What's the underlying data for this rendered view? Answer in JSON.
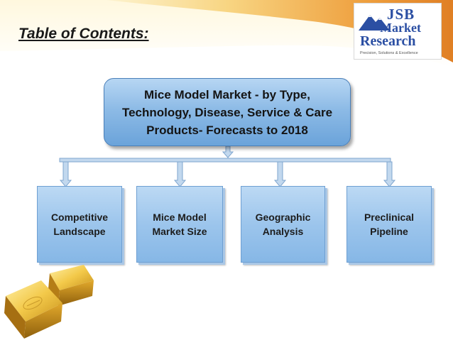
{
  "slide": {
    "title": "Table of Contents:"
  },
  "logo": {
    "line1": "JSB",
    "line2": "Market",
    "line3": "Research",
    "tagline": "Precision, Solutions & Excellence"
  },
  "diagram": {
    "root": "Mice Model Market - by Type,\nTechnology, Disease, Service & Care\nProducts- Forecasts to 2018",
    "children": [
      "Competitive\nLandscape",
      "Mice Model\nMarket Size",
      "Geographic\nAnalysis",
      "Preclinical\nPipeline"
    ]
  },
  "colors": {
    "header_orange": "#e8913a",
    "header_yellow": "#fbe7a2",
    "box_blue": "#8dbbe6",
    "connector_blue": "#b9d2ea",
    "logo_blue": "#2b4fa3"
  },
  "icons": {
    "decoration": "gold-bars-icon",
    "logo_mark": "mountain-logo-icon"
  }
}
